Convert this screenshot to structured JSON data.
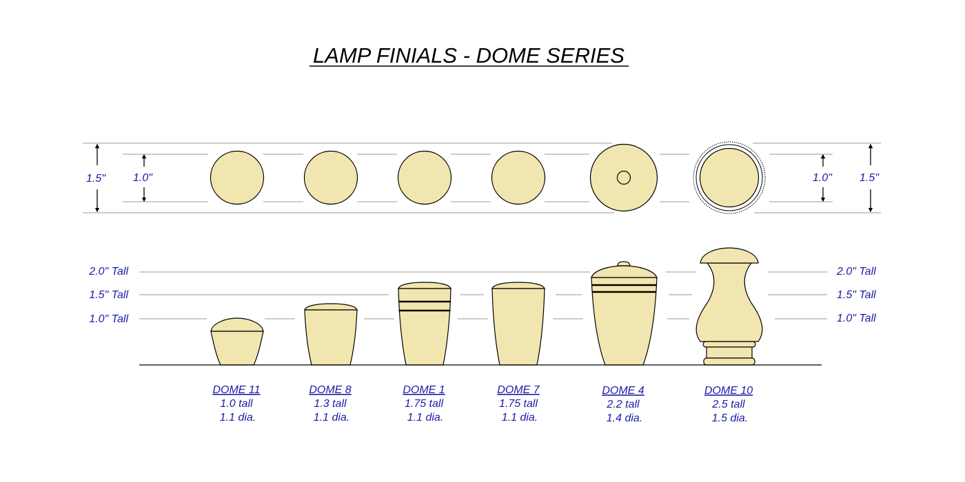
{
  "title": "LAMP FINIALS - DOME SERIES",
  "top_view": {
    "left_outer_label": "1.5\"",
    "left_inner_label": "1.0\"",
    "right_inner_label": "1.0\"",
    "right_outer_label": "1.5\""
  },
  "height_labels": {
    "left": [
      "2.0\" Tall",
      "1.5\" Tall",
      "1.0\" Tall"
    ],
    "right": [
      "2.0\" Tall",
      "1.5\" Tall",
      "1.0\" Tall"
    ]
  },
  "finials": [
    {
      "name": "DOME 11",
      "tall": "1.0 tall",
      "dia": "1.1 dia."
    },
    {
      "name": "DOME 8",
      "tall": "1.3 tall",
      "dia": "1.1 dia."
    },
    {
      "name": "DOME 1",
      "tall": "1.75 tall",
      "dia": "1.1 dia."
    },
    {
      "name": "DOME 7",
      "tall": "1.75 tall",
      "dia": "1.1 dia."
    },
    {
      "name": "DOME 4",
      "tall": "2.2 tall",
      "dia": "1.4 dia."
    },
    {
      "name": "DOME 10",
      "tall": "2.5 tall",
      "dia": "1.5 dia."
    }
  ],
  "colors": {
    "finial_fill": "#f2e6b0",
    "label_text": "#1a1aa6",
    "guide_line": "#9a9a9a"
  }
}
